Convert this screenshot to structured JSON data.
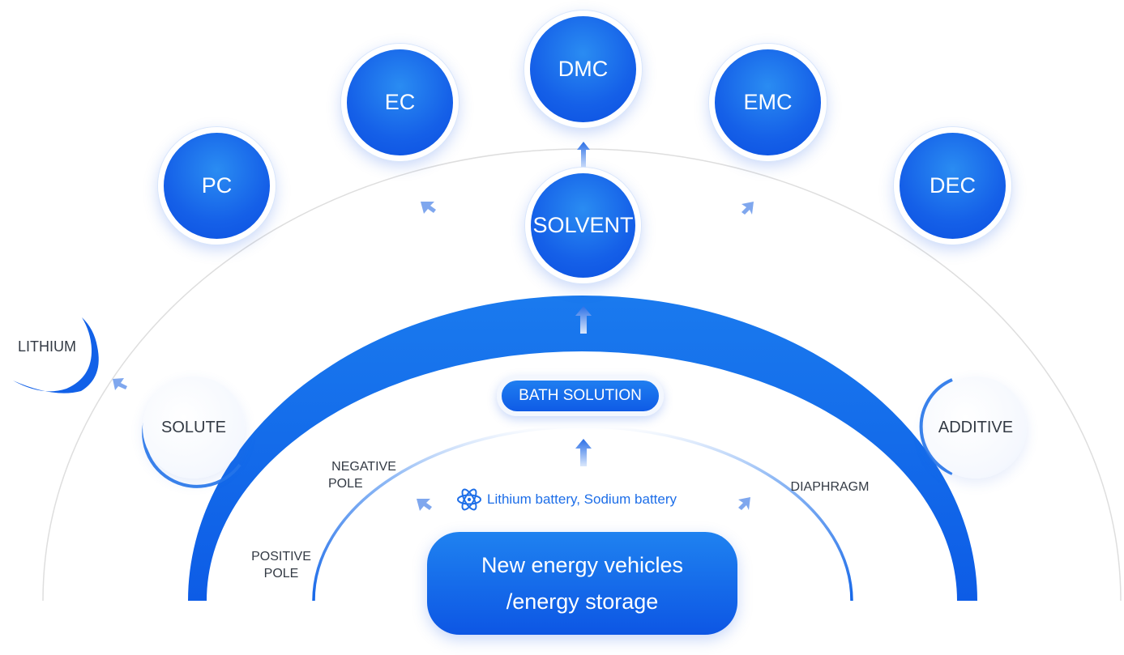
{
  "solvents": [
    "PC",
    "EC",
    "DMC",
    "EMC",
    "DEC"
  ],
  "solvent_label": "SOLVENT",
  "solute_label": "SOLUTE",
  "additive_label": "ADDITIVE",
  "lithium_label": "LITHIUM",
  "bath_solution_label": "BATH SOLUTION",
  "negative_pole_label": [
    "NEGATIVE",
    "POLE"
  ],
  "positive_pole_label": [
    "POSITIVE",
    "POLE"
  ],
  "diaphragm_label": "DIAPHRAGM",
  "battery_types": "Lithium battery, Sodium battery",
  "application": [
    "New energy vehicles",
    "/energy storage"
  ],
  "icons": {
    "battery": "atom-icon",
    "arrows": "arrow-up-icon"
  },
  "colors": {
    "primary": "#1565e8",
    "accent": "#1d6ee8",
    "text": "#333a44"
  }
}
